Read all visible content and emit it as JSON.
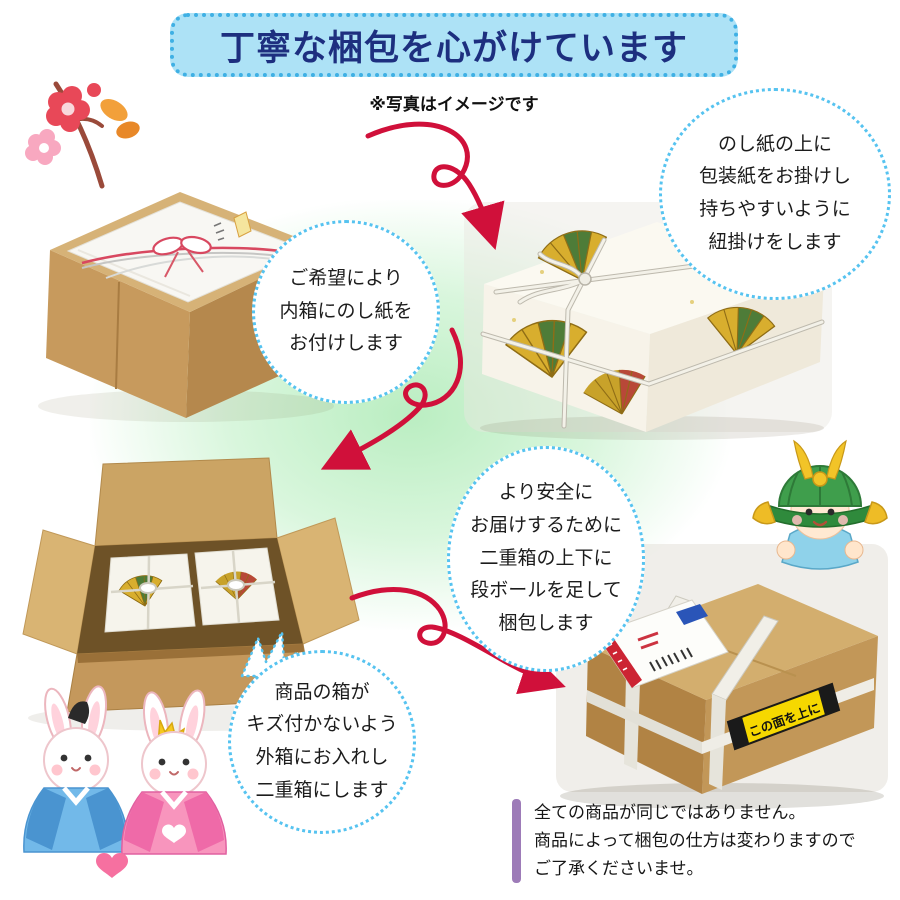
{
  "header": {
    "title": "丁寧な梱包を心がけています",
    "note": "※写真はイメージです"
  },
  "bubbles": {
    "wrapping": {
      "lines": [
        "のし紙の上に",
        "包装紙をお掛けし",
        "持ちやすいように",
        "紐掛けをします"
      ]
    },
    "inner_noshi": {
      "lines": [
        "ご希望により",
        "内箱にのし紙を",
        "お付けします"
      ]
    },
    "double_box": {
      "lines": [
        "より安全に",
        "お届けするために",
        "二重箱の上下に",
        "段ボールを足して",
        "梱包します"
      ]
    },
    "outer_box": {
      "lines": [
        "商品の箱が",
        "キズ付かないよう",
        "外箱にお入れし",
        "二重箱にします"
      ]
    }
  },
  "stickers": {
    "this_side_up": "この面を上に"
  },
  "footer": {
    "lines": [
      "全ての商品が同じではありません。",
      "商品によって梱包の仕方は変わりますので",
      "ご了承くださいませ。"
    ]
  },
  "colors": {
    "header_bg": "#ade2f6",
    "header_text": "#1d2f7f",
    "bubble_border": "#56c3f0",
    "arrow_red": "#d0103a",
    "footer_bar": "#9d7bb8",
    "caution_yellow": "#f6d800",
    "cardboard": "#c79a5d"
  }
}
